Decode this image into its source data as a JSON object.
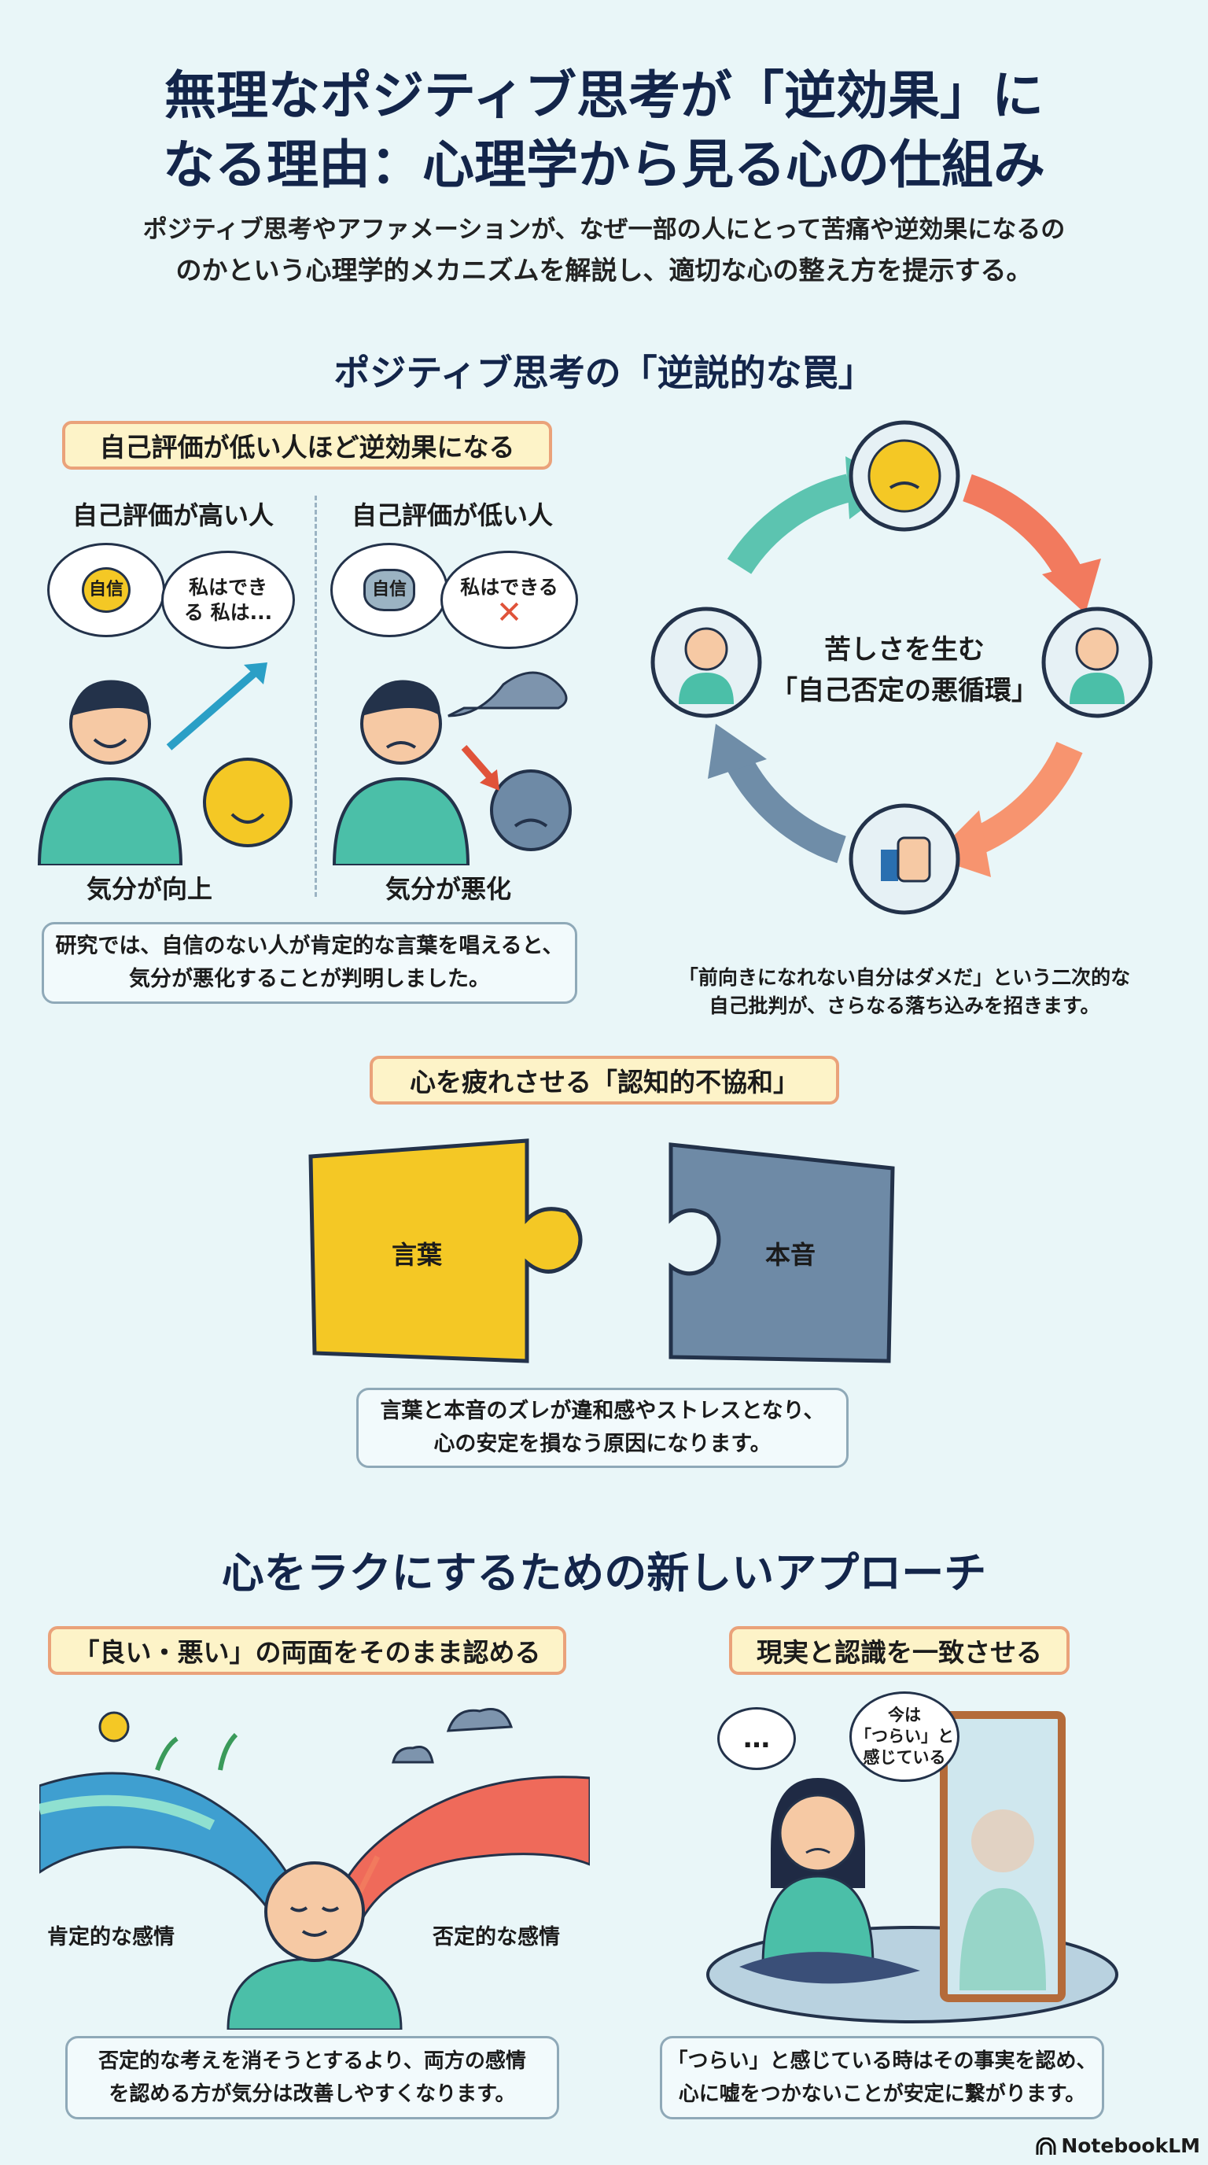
{
  "title": {
    "line1": "無理なポジティブ思考が「逆効果」に",
    "line2": "なる理由：心理学から見る心の仕組み"
  },
  "subtitle": {
    "line1": "ポジティブ思考やアファメーションが、なぜ一部の人にとって苦痛や逆効果になるの",
    "line2": "のかという心理学的メカニズムを解説し、適切な心の整え方を提示する。"
  },
  "section1": {
    "heading": "ポジティブ思考の「逆説的な罠」",
    "label": "自己評価が低い人ほど逆効果になる",
    "high": {
      "title": "自己評価が高い人",
      "badge": "自信",
      "thought": "私はできる 私は...",
      "result": "気分が向上"
    },
    "low": {
      "title": "自己評価が低い人",
      "badge": "自信",
      "thought": "私はできる",
      "result": "気分が悪化"
    },
    "note_line1": "研究では、自信のない人が肯定的な言葉を唱えると、",
    "note_line2": "気分が悪化することが判明しました。",
    "cycle": {
      "center_line1": "苦しさを生む",
      "center_line2": "「自己否定の悪循環」",
      "caption_line1": "「前向きになれない自分はダメだ」という二次的な",
      "caption_line2": "自己批判が、さらなる落ち込みを招きます。"
    }
  },
  "section2": {
    "label": "心を疲れさせる「認知的不協和」",
    "piece_left": "言葉",
    "piece_right": "本音",
    "note_line1": "言葉と本音のズレが違和感やストレスとなり、",
    "note_line2": "心の安定を損なう原因になります。"
  },
  "section3": {
    "heading": "心をラクにするための新しいアプローチ",
    "left": {
      "label": "「良い・悪い」の両面をそのまま認める",
      "positive": "肯定的な感情",
      "negative": "否定的な感情",
      "note_line1": "否定的な考えを消そうとするより、両方の感情",
      "note_line2": "を認める方が気分は改善しやすくなります。"
    },
    "right": {
      "label": "現実と認識を一致させる",
      "speech": "…",
      "mirror_bubble_1": "今は",
      "mirror_bubble_2": "「つらい」と",
      "mirror_bubble_3": "感じている",
      "note_line1": "「つらい」と感じている時はその事実を認め、",
      "note_line2": "心に嘘をつかないことが安定に繋がります。"
    }
  },
  "footer": {
    "brand": "NotebookLM"
  },
  "colors": {
    "navy": "#13254a",
    "yellow": "#f4c825",
    "slate": "#6e8aa6",
    "teal": "#4bbfa8",
    "coral": "#f27a5e"
  }
}
